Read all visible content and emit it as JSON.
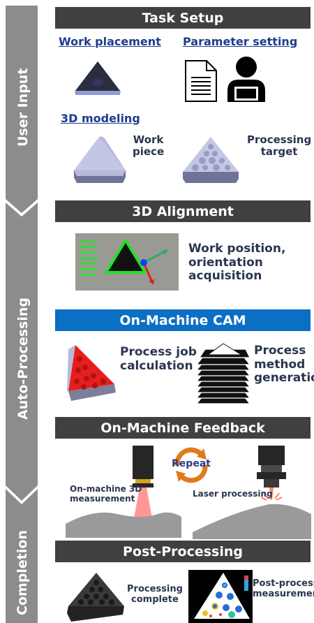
{
  "stages": [
    "User Input",
    "Auto-Processing",
    "Completion"
  ],
  "sections": {
    "task_setup": "Task Setup",
    "alignment": "3D Alignment",
    "cam": "On-Machine CAM",
    "feedback": "On-Machine Feedback",
    "post": "Post-Processing"
  },
  "task_setup": {
    "work_placement": "Work placement",
    "parameter_setting": "Parameter setting",
    "modeling": "3D modeling",
    "workpiece": [
      "Work",
      "piece"
    ],
    "target": [
      "Processing",
      "target"
    ]
  },
  "alignment": {
    "caption": [
      "Work position,",
      "orientation",
      "acquisition"
    ]
  },
  "cam": {
    "job": [
      "Process job",
      "calculation"
    ],
    "method": [
      "Process",
      "method",
      "generation"
    ]
  },
  "feedback": {
    "repeat": "Repeat",
    "measure": [
      "On-machine 3D",
      "measurement"
    ],
    "laser": "Laser processing"
  },
  "post": {
    "complete": [
      "Processing",
      "complete"
    ],
    "measure": [
      "Post-process",
      "measurement"
    ]
  },
  "colors": {
    "bar": "#404040",
    "cam_bar": "#0b6fc4",
    "stage_arrow": "#8c8c8c",
    "subtitle": "#1f3b8e"
  }
}
